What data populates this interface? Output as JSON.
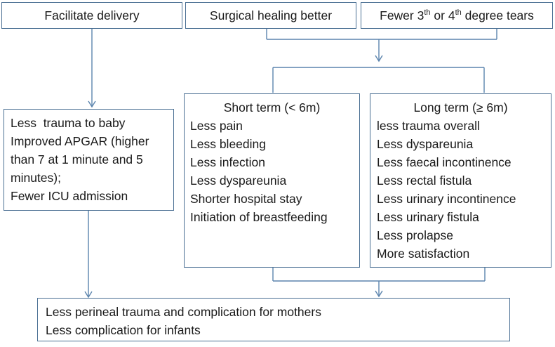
{
  "boxes": {
    "facilitate": {
      "text": "Facilitate delivery"
    },
    "surgical": {
      "text": "Surgical healing better"
    },
    "tears": {
      "prefix": "Fewer 3",
      "sup1": "th",
      "mid": " or 4",
      "sup2": "th",
      "suffix": " degree tears"
    },
    "baby": {
      "lines": [
        "Less  trauma to baby",
        "Improved APGAR (higher",
        "than 7 at 1 minute and 5",
        "minutes);",
        "Fewer ICU admission"
      ]
    },
    "short_term": {
      "title": "Short term (< 6m)",
      "items": [
        "Less pain",
        "Less bleeding",
        "Less infection",
        "Less dyspareunia",
        "Shorter hospital stay",
        "Initiation of breastfeeding"
      ]
    },
    "long_term": {
      "title": "Long term (≥ 6m)",
      "items": [
        "less trauma overall",
        "Less dyspareunia",
        "Less faecal incontinence",
        "Less rectal fistula",
        "Less urinary incontinence",
        "Less urinary fistula",
        "Less prolapse",
        "More satisfaction"
      ]
    },
    "outcome": {
      "lines": [
        "Less perineal trauma and complication for mothers",
        "Less complication for infants"
      ]
    }
  },
  "colors": {
    "border": "#4a6f93",
    "line": "#5b84ad"
  }
}
